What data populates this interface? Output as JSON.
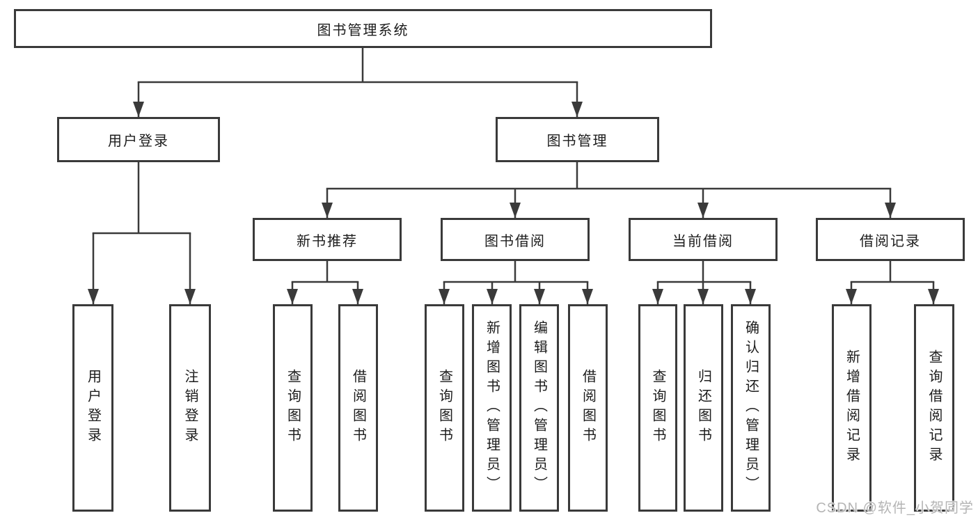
{
  "nodes": {
    "root": "图书管理系统",
    "user_login": "用户登录",
    "book_management": "图书管理",
    "new_book_recommend": "新书推荐",
    "book_borrowing": "图书借阅",
    "current_borrowing": "当前借阅",
    "borrowing_records": "借阅记录",
    "leaf_user_login": "用户登录",
    "leaf_logout": "注销登录",
    "leaf_nb_query_books": "查询图书",
    "leaf_nb_borrow_books": "借阅图书",
    "leaf_bb_query_books": "查询图书",
    "leaf_bb_add_books_admin": "新增图书（管理员）",
    "leaf_bb_edit_books_admin": "编辑图书（管理员）",
    "leaf_bb_borrow_books": "借阅图书",
    "leaf_cb_query_books": "查询图书",
    "leaf_cb_return_books": "归还图书",
    "leaf_cb_confirm_return_admin": "确认归还（管理员）",
    "leaf_br_add_record": "新增借阅记录",
    "leaf_br_query_record": "查询借阅记录"
  },
  "watermark": "CSDN @软件_小贺同学",
  "colors": {
    "line": "#3a3a3a",
    "text": "#1c1c1c",
    "background": "#ffffff",
    "watermark": "#b5b5b5"
  }
}
